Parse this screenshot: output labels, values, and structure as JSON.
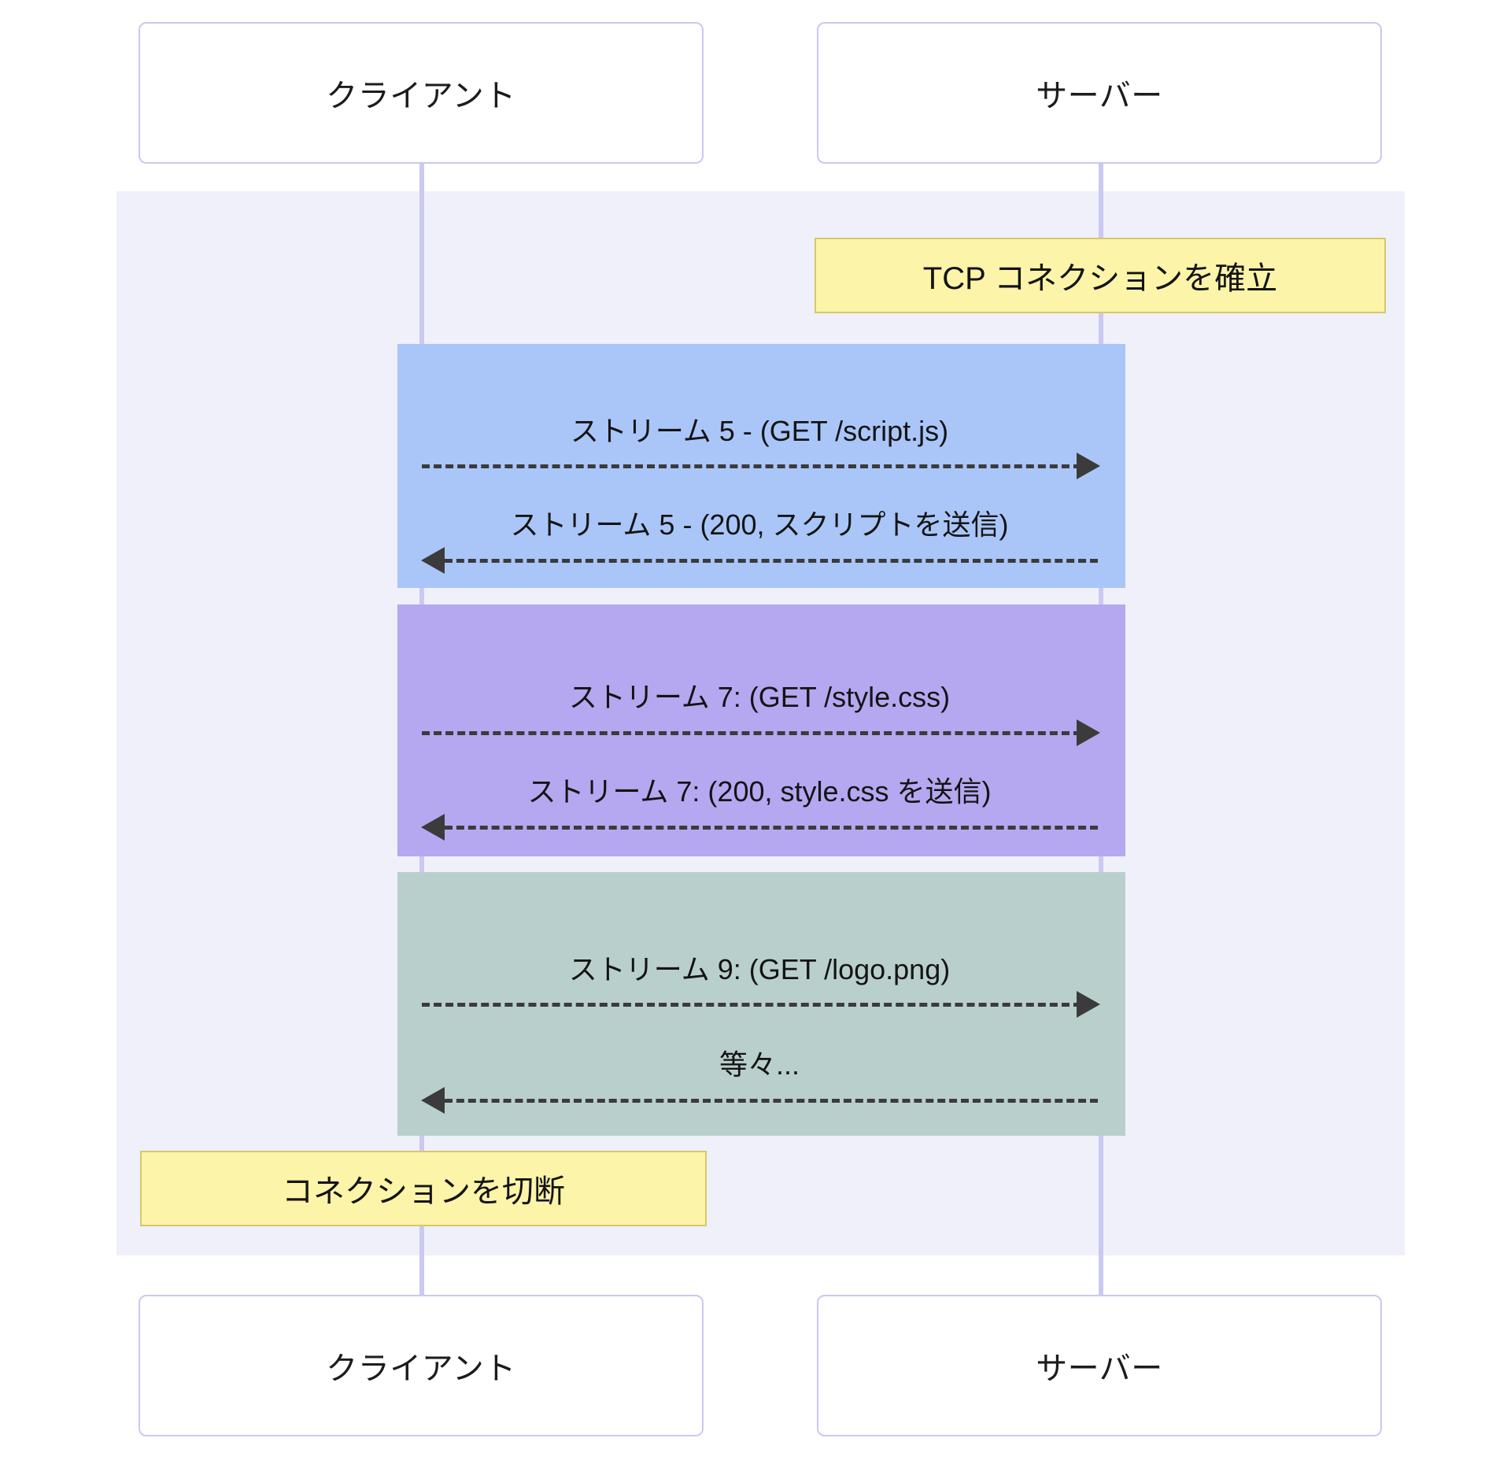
{
  "diagram": {
    "type": "sequence-diagram",
    "participants": [
      {
        "id": "client",
        "label": "クライアント"
      },
      {
        "id": "server",
        "label": "サーバー"
      }
    ],
    "participants_bottom": [
      {
        "id": "client",
        "label": "クライアント"
      },
      {
        "id": "server",
        "label": "サーバー"
      }
    ],
    "notes": [
      {
        "id": "note-tcp-connect",
        "text": "TCP コネクションを確立",
        "align": "right"
      },
      {
        "id": "note-disconnect",
        "text": "コネクションを切断",
        "align": "left"
      }
    ],
    "blocks": [
      {
        "id": "block-script",
        "color": "#aac6f8",
        "messages": [
          {
            "id": "msg-stream5-request",
            "text": "ストリーム 5 - (GET /script.js)",
            "direction": "right",
            "style": "dashed"
          },
          {
            "id": "msg-stream5-response",
            "text": "ストリーム 5 - (200, スクリプトを送信)",
            "direction": "left",
            "style": "dashed"
          }
        ]
      },
      {
        "id": "block-style",
        "color": "#b5a8f0",
        "messages": [
          {
            "id": "msg-stream7-request",
            "text": "ストリーム 7: (GET /style.css)",
            "direction": "right",
            "style": "dashed"
          },
          {
            "id": "msg-stream7-response",
            "text": "ストリーム 7: (200, style.css を送信)",
            "direction": "left",
            "style": "dashed"
          }
        ]
      },
      {
        "id": "block-logo",
        "color": "#b9cfcc",
        "messages": [
          {
            "id": "msg-stream9-request",
            "text": "ストリーム 9: (GET /logo.png)",
            "direction": "right",
            "style": "dashed"
          },
          {
            "id": "msg-etc-response",
            "text": "等々...",
            "direction": "left",
            "style": "dashed"
          }
        ]
      }
    ],
    "colors": {
      "background": "#ffffff",
      "loop_background": "#eff0fa",
      "actor_border": "#c9c9f2",
      "lifeline": "#c9c9f2",
      "note_fill": "#fcf4a8",
      "note_border": "#d6c86a",
      "arrow": "#3b3b3b",
      "text": "#141414"
    }
  }
}
